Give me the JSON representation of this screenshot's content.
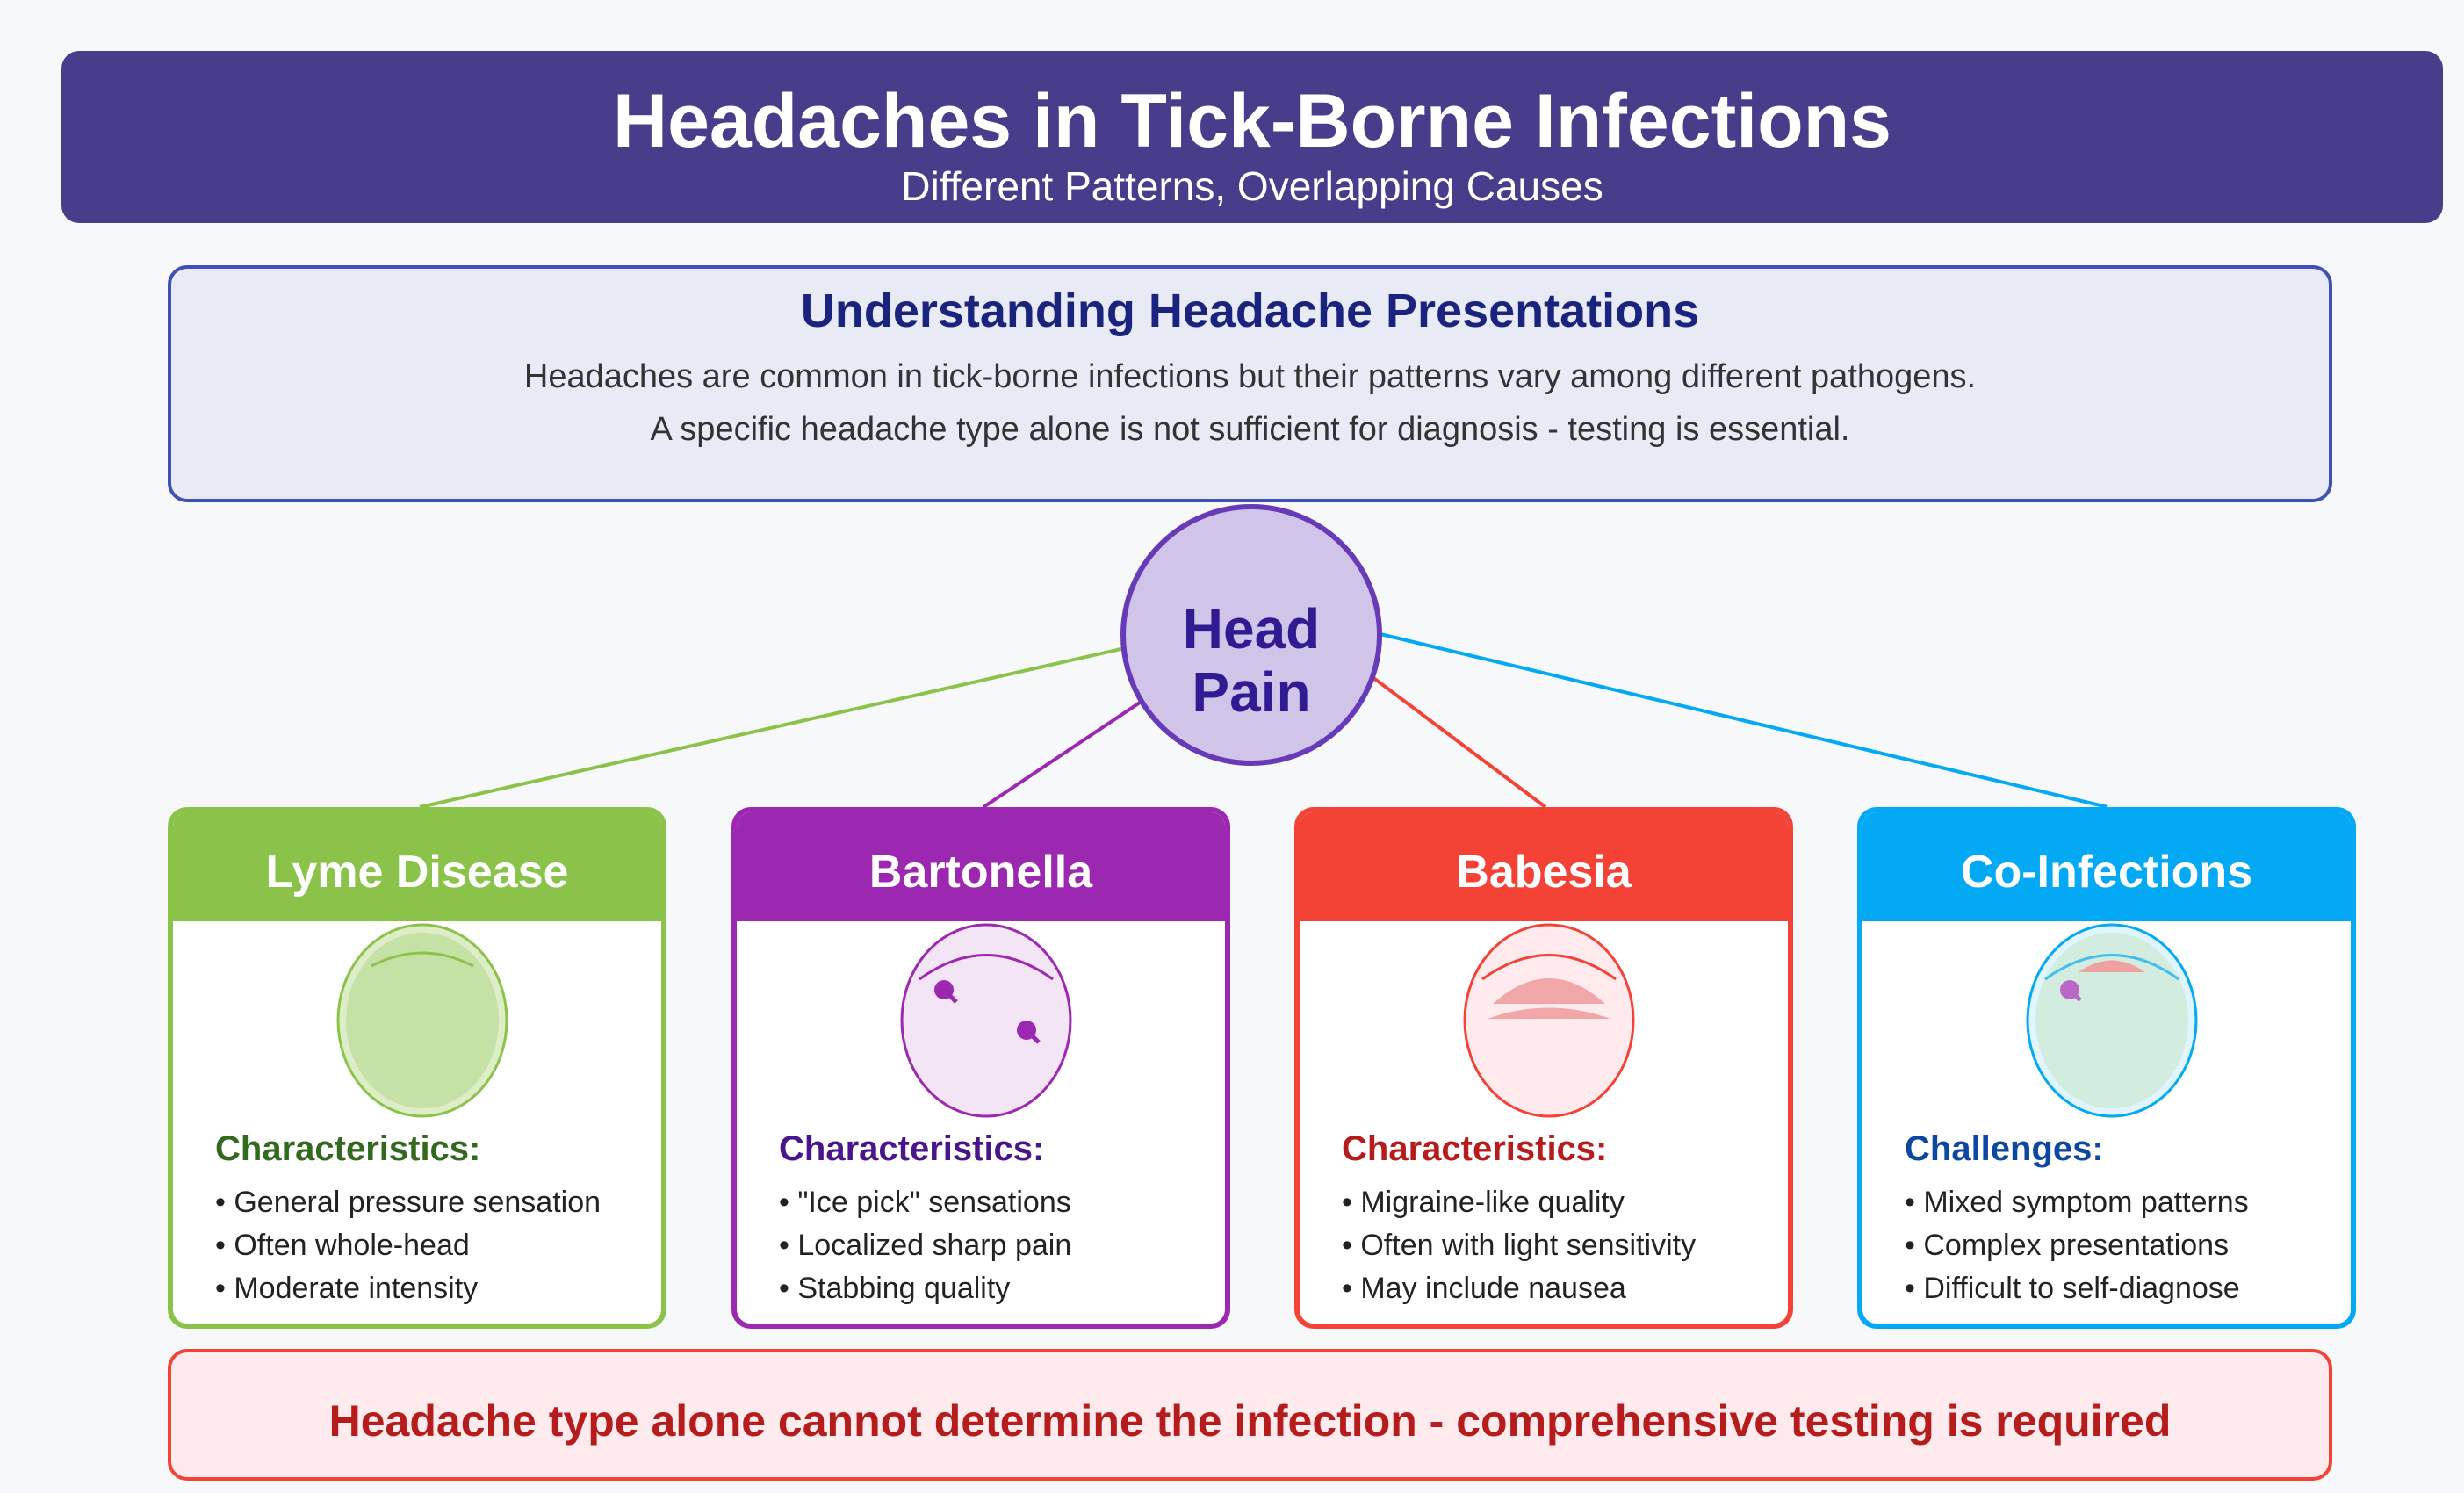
{
  "header": {
    "title": "Headaches in Tick-Borne Infections",
    "subtitle": "Different Patterns, Overlapping Causes",
    "color": "#483d8b"
  },
  "intro": {
    "heading": "Understanding Headache Presentations",
    "line1": "Headaches are common in tick-borne infections but their patterns vary among different pathogens.",
    "line2": "A specific headache type alone is not sufficient for diagnosis - testing is essential."
  },
  "hub": {
    "label_line1": "Head",
    "label_line2": "Pain"
  },
  "cards": [
    {
      "name": "Lyme Disease",
      "color": "#8bc34a",
      "title_color": "#33691e",
      "section_title": "Characteristics:",
      "items": [
        "General pressure sensation",
        "Often whole-head",
        "Moderate intensity"
      ],
      "icon": "whole-head-pressure-icon"
    },
    {
      "name": "Bartonella",
      "color": "#9c27b0",
      "title_color": "#4a148c",
      "section_title": "Characteristics:",
      "items": [
        "\"Ice pick\" sensations",
        "Localized sharp pain",
        "Stabbing quality"
      ],
      "icon": "ice-pick-head-icon"
    },
    {
      "name": "Babesia",
      "color": "#f44336",
      "title_color": "#b71c1c",
      "section_title": "Characteristics:",
      "items": [
        "Migraine-like quality",
        "Often with light sensitivity",
        "May include nausea"
      ],
      "icon": "migraine-head-icon"
    },
    {
      "name": "Co-Infections",
      "color": "#03a9f4",
      "title_color": "#0d47a1",
      "section_title": "Challenges:",
      "items": [
        "Mixed symptom patterns",
        "Complex presentations",
        "Difficult to self-diagnose"
      ],
      "icon": "mixed-symptom-head-icon"
    }
  ],
  "footer": {
    "text": "Headache type alone cannot determine the infection - comprehensive testing is required"
  }
}
